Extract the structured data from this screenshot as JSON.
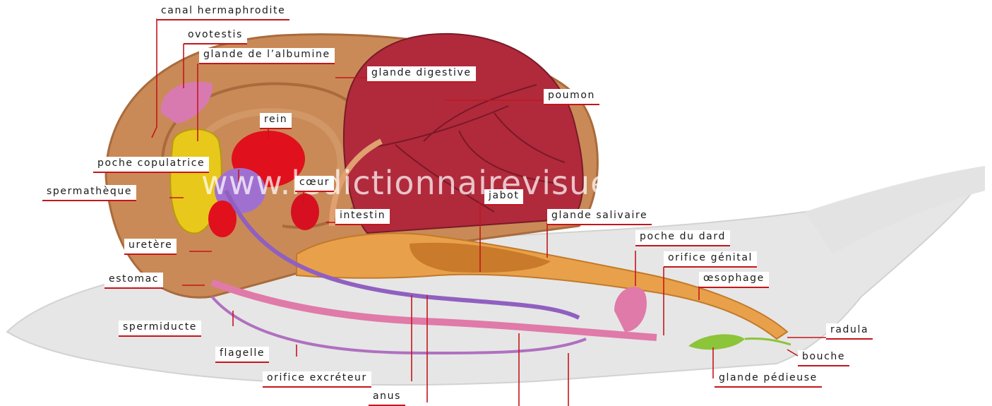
{
  "watermark": "www.ledictionnairevisuel.com",
  "colors": {
    "leader_line": "#c4161c",
    "digestive_gland": "#b02a3c",
    "kidney": "#e0101c",
    "albumin_gland": "#e8c81a",
    "crop": "#e8a14a",
    "reproductive": "#e07aa8",
    "flagellum": "#a070d0",
    "body_outline": "#d9d9d9"
  },
  "labels": {
    "canal_hermaphrodite": "canal hermaphrodite",
    "ovotestis": "ovotestis",
    "glande_albumine": "glande de l’albumine",
    "glande_digestive": "glande digestive",
    "poumon": "poumon",
    "rein": "rein",
    "poche_copulatrice": "poche copulatrice",
    "coeur": "cœur",
    "spermatheque": "spermathèque",
    "jabot": "jabot",
    "intestin": "intestin",
    "glande_salivaire": "glande salivaire",
    "poche_du_dard": "poche du dard",
    "uretere": "uretère",
    "orifice_genital": "orifice génital",
    "estomac": "estomac",
    "oesophage": "œsophage",
    "radula": "radula",
    "spermiducte": "spermiducte",
    "bouche": "bouche",
    "flagelle": "flagelle",
    "glande_pedieuse": "glande pédieuse",
    "orifice_excreteur": "orifice excréteur",
    "anus": "anus"
  }
}
